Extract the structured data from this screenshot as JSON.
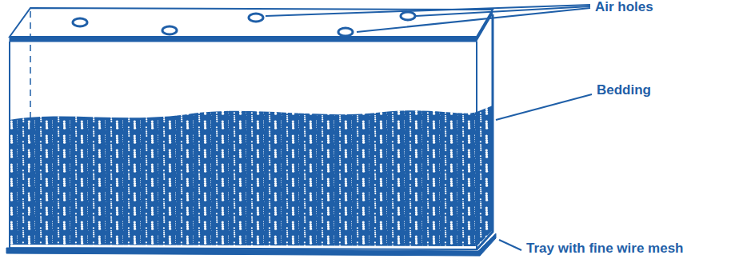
{
  "diagram": {
    "labels": [
      "Air holes",
      "Bedding",
      "Tray with fine wire mesh"
    ]
  }
}
